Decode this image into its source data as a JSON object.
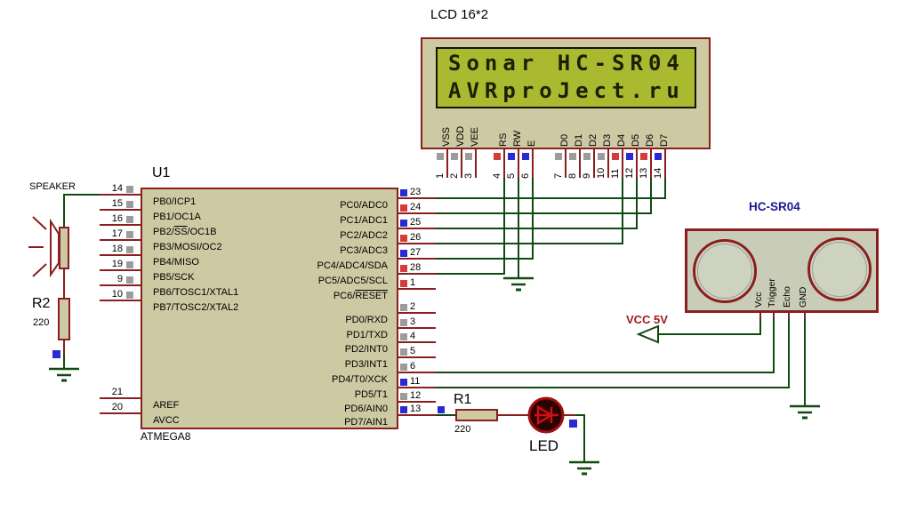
{
  "colors": {
    "wire": "#114a11",
    "pin": "#8b1e1e",
    "body_fill": "#cdc9a3",
    "body_border": "#8b1e1e",
    "sonar_fill": "#c9cdb7",
    "lcd_screen": "#a9ba30",
    "state_gray": "#9c9c9c",
    "state_red": "#d43c3c",
    "state_blue": "#2a2ad2",
    "vcc_text": "#9b1b1b",
    "sonar_title": "#1a1a91",
    "led_fill": "#2b0202",
    "led_ring": "#a01010",
    "led_symbol": "#cf1010"
  },
  "u1": {
    "ref": "U1",
    "part": "ATMEGA8",
    "left_pins": [
      {
        "num": "14",
        "label": "PB0/ICP1",
        "state": "gray"
      },
      {
        "num": "15",
        "label": "PB1/OC1A",
        "state": "gray"
      },
      {
        "num": "16",
        "label_pre": "PB2/",
        "label_over": "SS",
        "label_post": "/OC1B",
        "state": "gray"
      },
      {
        "num": "17",
        "label": "PB3/MOSI/OC2",
        "state": "gray"
      },
      {
        "num": "18",
        "label": "PB4/MISO",
        "state": "gray"
      },
      {
        "num": "19",
        "label": "PB5/SCK",
        "state": "gray"
      },
      {
        "num": "9",
        "label": "PB6/TOSC1/XTAL1",
        "state": "gray"
      },
      {
        "num": "10",
        "label": "PB7/TOSC2/XTAL2",
        "state": "gray"
      }
    ],
    "left_bottom_pins": [
      {
        "num": "21",
        "label": "AREF"
      },
      {
        "num": "20",
        "label": "AVCC"
      }
    ],
    "right_top_pins": [
      {
        "num": "23",
        "label": "PC0/ADC0",
        "state": "blue"
      },
      {
        "num": "24",
        "label": "PC1/ADC1",
        "state": "red"
      },
      {
        "num": "25",
        "label": "PC2/ADC2",
        "state": "blue"
      },
      {
        "num": "26",
        "label": "PC3/ADC3",
        "state": "red"
      },
      {
        "num": "27",
        "label": "PC4/ADC4/SDA",
        "state": "blue"
      },
      {
        "num": "28",
        "label": "PC5/ADC5/SCL",
        "state": "red"
      },
      {
        "num": "1",
        "label_pre": "PC6/",
        "label_over": "RESET",
        "label_post": "",
        "state": "red"
      }
    ],
    "right_bottom_pins": [
      {
        "num": "2",
        "label": "PD0/RXD",
        "state": "gray"
      },
      {
        "num": "3",
        "label": "PD1/TXD",
        "state": "gray"
      },
      {
        "num": "4",
        "label": "PD2/INT0",
        "state": "gray"
      },
      {
        "num": "5",
        "label": "PD3/INT1",
        "state": "gray"
      },
      {
        "num": "6",
        "label": "PD4/T0/XCK",
        "state": "gray"
      },
      {
        "num": "11",
        "label": "PD5/T1",
        "state": "blue"
      },
      {
        "num": "12",
        "label": "PD6/AIN0",
        "state": "gray"
      },
      {
        "num": "13",
        "label": "PD7/AIN1",
        "state": "blue"
      }
    ]
  },
  "lcd": {
    "title": "LCD 16*2",
    "screen_line1": "Sonar HC-SR04",
    "screen_line2": "AVRproJect.ru",
    "pins": [
      {
        "num": "1",
        "label": "VSS",
        "state": "gray"
      },
      {
        "num": "2",
        "label": "VDD",
        "state": "gray"
      },
      {
        "num": "3",
        "label": "VEE",
        "state": "gray"
      },
      {
        "num": "4",
        "label": "RS",
        "state": "red"
      },
      {
        "num": "5",
        "label": "RW",
        "state": "blue"
      },
      {
        "num": "6",
        "label": "E",
        "state": "blue"
      },
      {
        "num": "7",
        "label": "D0",
        "state": "gray"
      },
      {
        "num": "8",
        "label": "D1",
        "state": "gray"
      },
      {
        "num": "9",
        "label": "D2",
        "state": "gray"
      },
      {
        "num": "10",
        "label": "D3",
        "state": "gray"
      },
      {
        "num": "11",
        "label": "D4",
        "state": "red"
      },
      {
        "num": "12",
        "label": "D5",
        "state": "blue"
      },
      {
        "num": "13",
        "label": "D6",
        "state": "red"
      },
      {
        "num": "14",
        "label": "D7",
        "state": "blue"
      }
    ]
  },
  "sonar": {
    "title": "HC-SR04",
    "pins": [
      {
        "label": "Vcc"
      },
      {
        "label": "Trigger"
      },
      {
        "label": "Echo"
      },
      {
        "label": "GND"
      }
    ]
  },
  "speaker": {
    "label": "SPEAKER"
  },
  "r1": {
    "ref": "R1",
    "value": "220"
  },
  "r2": {
    "ref": "R2",
    "value": "220"
  },
  "led": {
    "label": "LED"
  },
  "power": {
    "label": "VCC 5V"
  }
}
